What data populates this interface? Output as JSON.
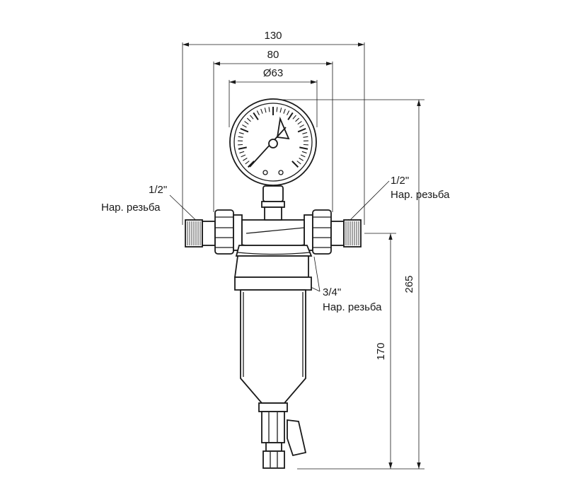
{
  "dimensions": {
    "overall_width": "130",
    "body_width": "80",
    "gauge_diameter": "Ø63",
    "total_height": "265",
    "lower_height": "170"
  },
  "callouts": {
    "left_size": "1/2\"",
    "left_thread": "Нар. резьба",
    "right_size": "1/2\"",
    "right_thread": "Нар. резьба",
    "center_size": "3/4\"",
    "center_thread": "Нар. резьба"
  }
}
